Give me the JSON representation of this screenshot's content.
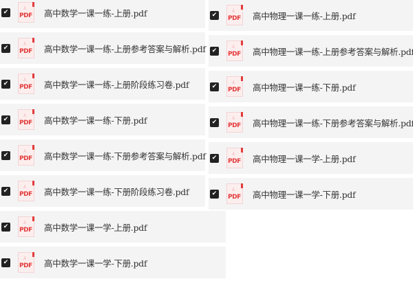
{
  "left_files": [
    {
      "name": "高中数学一课一练-上册.pdf",
      "checked": true
    },
    {
      "name": "高中数学一课一练-上册参考答案与解析.pdf",
      "checked": true
    },
    {
      "name": "高中数学一课一练-上册阶段练习卷.pdf",
      "checked": true
    },
    {
      "name": "高中数学一课一练-下册.pdf",
      "checked": true
    },
    {
      "name": "高中数学一课一练-下册参考答案与解析.pdf",
      "checked": true
    },
    {
      "name": "高中数学一课一练-下册阶段练习卷.pdf",
      "checked": true
    },
    {
      "name": "高中数学一课一学-上册.pdf",
      "checked": true
    },
    {
      "name": "高中数学一课一学-下册.pdf",
      "checked": true
    }
  ],
  "right_files": [
    {
      "name": "高中物理一课一练-上册.pdf",
      "checked": true
    },
    {
      "name": "高中物理一课一练-上册参考答案与解析.pdf",
      "checked": true
    },
    {
      "name": "高中物理一课一练-下册.pdf",
      "checked": true
    },
    {
      "name": "高中物理一课一练-下册参考答案与解析.pdf",
      "checked": true
    },
    {
      "name": "高中物理一课一学-上册.pdf",
      "checked": true
    },
    {
      "name": "高中物理一课一学-下册.pdf",
      "checked": true
    }
  ],
  "icon_label": "PDF",
  "colors": {
    "checkbox": "#222222",
    "pdf_red": "#e23b3b",
    "row_bg": "#f4f4f5"
  }
}
